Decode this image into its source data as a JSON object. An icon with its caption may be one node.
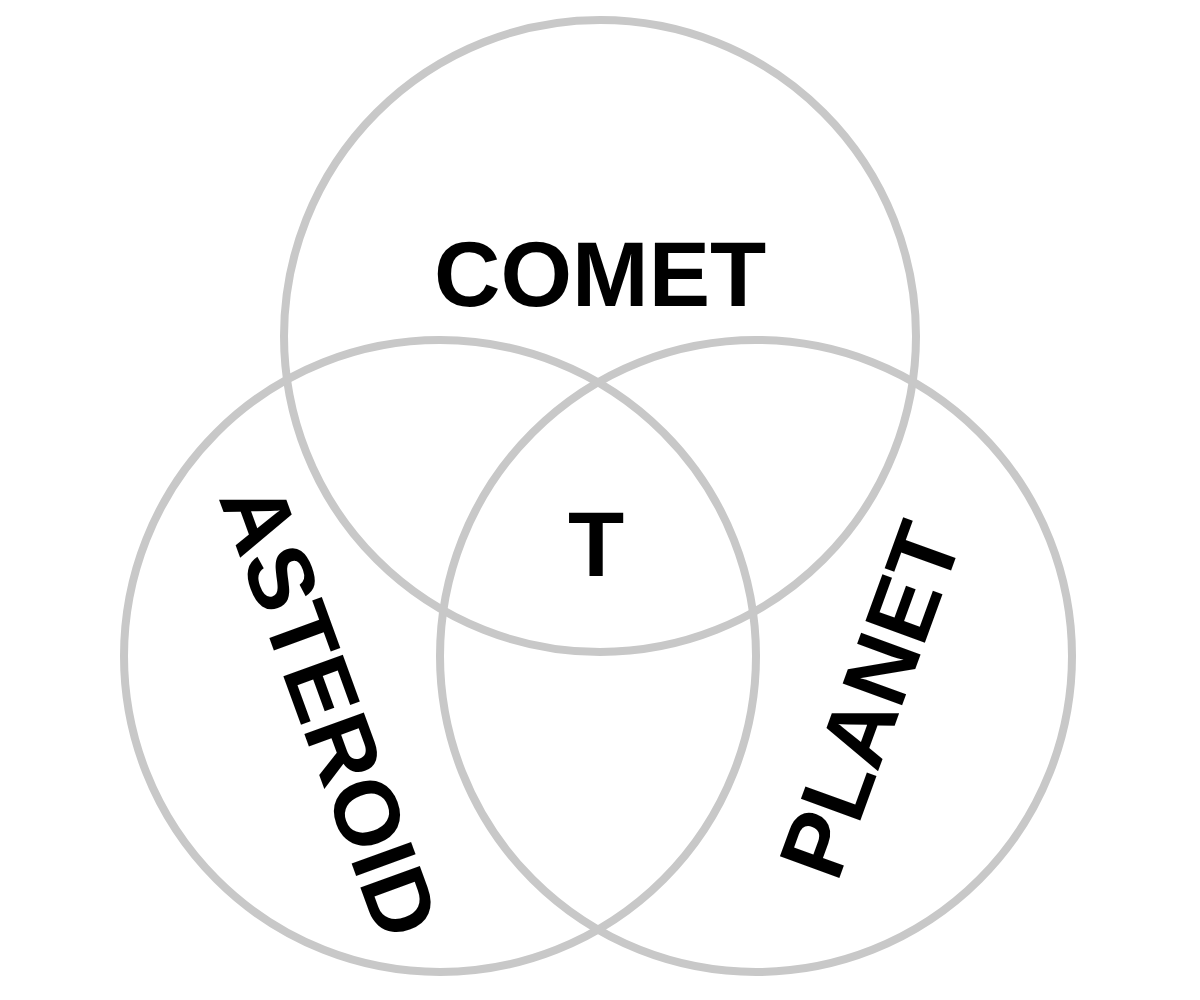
{
  "diagram": {
    "nodes": [
      {
        "text": [
          "COMET"
        ]
      },
      {
        "text": [
          "ASTEROID"
        ]
      },
      {
        "text": [
          "PLANET"
        ]
      }
    ],
    "labels": [
      "T"
    ]
  }
}
